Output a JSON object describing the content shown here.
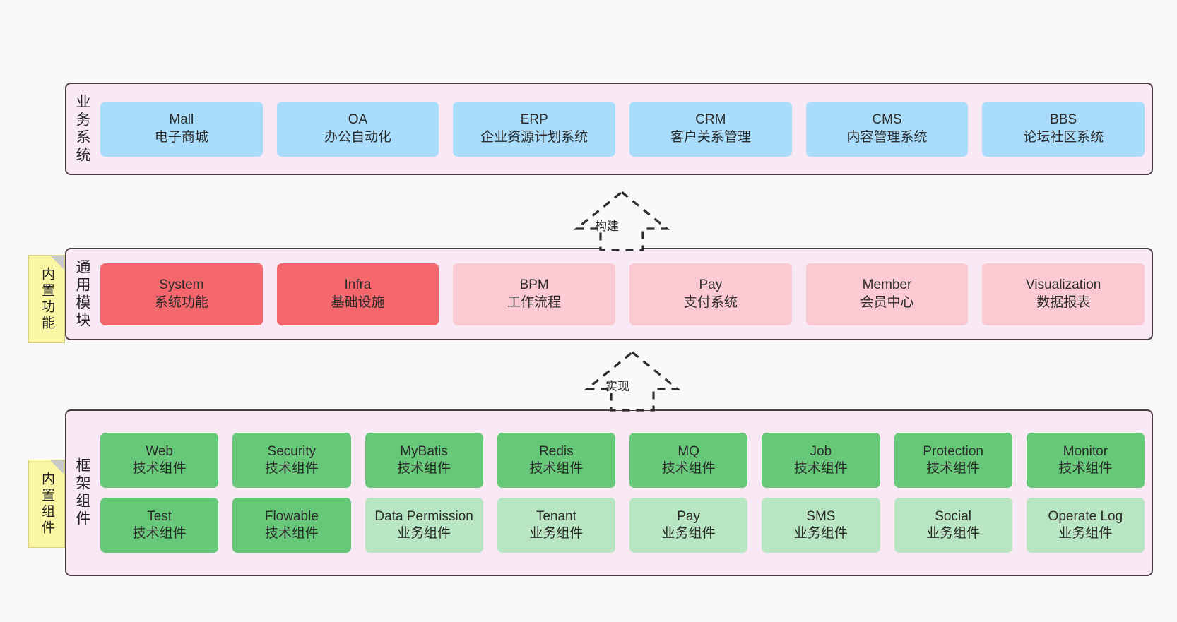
{
  "diagram": {
    "background": "#f9f9f9",
    "layer_fill": "#f9e9f4",
    "layer_border": "#4a3b45",
    "note_fill": "#fbf7a5"
  },
  "layers": [
    {
      "id": "business-systems",
      "title": "业务系统",
      "color": "#aadcfb",
      "rows": [
        [
          {
            "t1": "Mall",
            "t2": "电子商城",
            "style": "blue"
          },
          {
            "t1": "OA",
            "t2": "办公自动化",
            "style": "blue"
          },
          {
            "t1": "ERP",
            "t2": "企业资源计划系统",
            "style": "blue"
          },
          {
            "t1": "CRM",
            "t2": "客户关系管理",
            "style": "blue"
          },
          {
            "t1": "CMS",
            "t2": "内容管理系统",
            "style": "blue"
          },
          {
            "t1": "BBS",
            "t2": "论坛社区系统",
            "style": "blue"
          }
        ]
      ]
    },
    {
      "id": "common-modules",
      "title": "通用模块",
      "note": "内置功能",
      "rows": [
        [
          {
            "t1": "System",
            "t2": "系统功能",
            "style": "red"
          },
          {
            "t1": "Infra",
            "t2": "基础设施",
            "style": "red"
          },
          {
            "t1": "BPM",
            "t2": "工作流程",
            "style": "pink"
          },
          {
            "t1": "Pay",
            "t2": "支付系统",
            "style": "pink"
          },
          {
            "t1": "Member",
            "t2": "会员中心",
            "style": "pink"
          },
          {
            "t1": "Visualization",
            "t2": "数据报表",
            "style": "pink"
          }
        ]
      ]
    },
    {
      "id": "framework-components",
      "title": "框架组件",
      "note": "内置组件",
      "rows": [
        [
          {
            "t1": "Web",
            "t2": "技术组件",
            "style": "green"
          },
          {
            "t1": "Security",
            "t2": "技术组件",
            "style": "green"
          },
          {
            "t1": "MyBatis",
            "t2": "技术组件",
            "style": "green"
          },
          {
            "t1": "Redis",
            "t2": "技术组件",
            "style": "green"
          },
          {
            "t1": "MQ",
            "t2": "技术组件",
            "style": "green"
          },
          {
            "t1": "Job",
            "t2": "技术组件",
            "style": "green"
          },
          {
            "t1": "Protection",
            "t2": "技术组件",
            "style": "green"
          },
          {
            "t1": "Monitor",
            "t2": "技术组件",
            "style": "green"
          }
        ],
        [
          {
            "t1": "Test",
            "t2": "技术组件",
            "style": "green"
          },
          {
            "t1": "Flowable",
            "t2": "技术组件",
            "style": "green"
          },
          {
            "t1": "Data Permission",
            "t2": "业务组件",
            "style": "lightgreen"
          },
          {
            "t1": "Tenant",
            "t2": "业务组件",
            "style": "lightgreen"
          },
          {
            "t1": "Pay",
            "t2": "业务组件",
            "style": "lightgreen"
          },
          {
            "t1": "SMS",
            "t2": "业务组件",
            "style": "lightgreen"
          },
          {
            "t1": "Social",
            "t2": "业务组件",
            "style": "lightgreen"
          },
          {
            "t1": "Operate Log",
            "t2": "业务组件",
            "style": "lightgreen"
          }
        ]
      ]
    }
  ],
  "connectors": [
    {
      "id": "build",
      "label": "构建"
    },
    {
      "id": "implement",
      "label": "实现"
    }
  ]
}
